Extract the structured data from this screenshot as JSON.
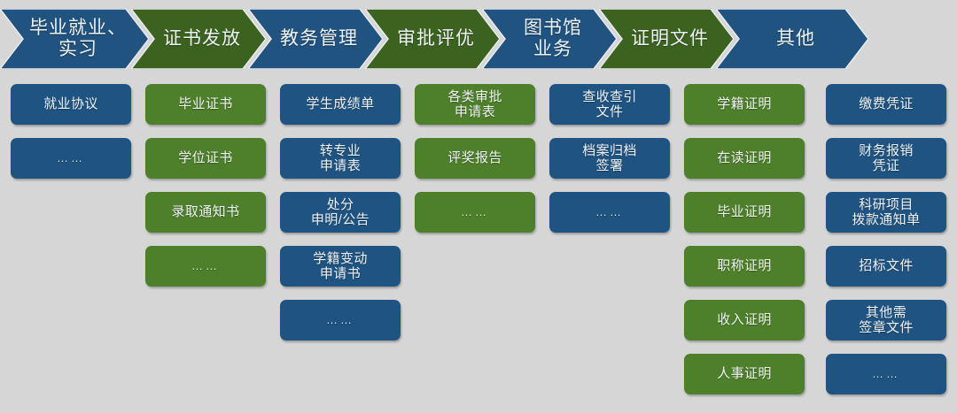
{
  "diagram": {
    "title_note": "高校文件用章业务分类流程图",
    "background_color": "#d6d6d6",
    "blue": "#1f5382",
    "green": "#4e7f2a",
    "header_blue": "#20537f",
    "header_green": "#3c6220",
    "ellipsis": "……"
  },
  "banner": {
    "stages": [
      {
        "label": "毕业就业、\n实习",
        "color": "blue"
      },
      {
        "label": "证书发放",
        "color": "green"
      },
      {
        "label": "教务管理",
        "color": "blue"
      },
      {
        "label": "审批评优",
        "color": "green"
      },
      {
        "label": "图书馆\n业务",
        "color": "blue"
      },
      {
        "label": "证明文件",
        "color": "green"
      },
      {
        "label": "其他",
        "color": "blue"
      }
    ]
  },
  "columns": [
    {
      "stage": "毕业就业、实习",
      "items": [
        {
          "label": "就业协议",
          "color": "blue"
        },
        {
          "label": "……",
          "color": "blue",
          "ellipsis": true
        }
      ]
    },
    {
      "stage": "证书发放",
      "items": [
        {
          "label": "毕业证书",
          "color": "green"
        },
        {
          "label": "学位证书",
          "color": "green"
        },
        {
          "label": "录取通知书",
          "color": "green"
        },
        {
          "label": "……",
          "color": "green",
          "ellipsis": true
        }
      ]
    },
    {
      "stage": "教务管理",
      "items": [
        {
          "label": "学生成绩单",
          "color": "blue"
        },
        {
          "label": "转专业\n申请表",
          "color": "blue"
        },
        {
          "label": "处分\n申明/公告",
          "color": "blue"
        },
        {
          "label": "学籍变动\n申请书",
          "color": "blue"
        },
        {
          "label": "……",
          "color": "blue",
          "ellipsis": true
        }
      ]
    },
    {
      "stage": "审批评优",
      "items": [
        {
          "label": "各类审批\n申请表",
          "color": "green"
        },
        {
          "label": "评奖报告",
          "color": "green"
        },
        {
          "label": "……",
          "color": "green",
          "ellipsis": true
        }
      ]
    },
    {
      "stage": "图书馆业务",
      "items": [
        {
          "label": "查收查引\n文件",
          "color": "blue"
        },
        {
          "label": "档案归档\n签署",
          "color": "blue"
        },
        {
          "label": "……",
          "color": "blue",
          "ellipsis": true
        }
      ]
    },
    {
      "stage": "证明文件",
      "items": [
        {
          "label": "学籍证明",
          "color": "green"
        },
        {
          "label": "在读证明",
          "color": "green"
        },
        {
          "label": "毕业证明",
          "color": "green"
        },
        {
          "label": "职称证明",
          "color": "green"
        },
        {
          "label": "收入证明",
          "color": "green"
        },
        {
          "label": "人事证明",
          "color": "green"
        }
      ]
    },
    {
      "stage": "其他",
      "items": [
        {
          "label": "缴费凭证",
          "color": "blue"
        },
        {
          "label": "财务报销\n凭证",
          "color": "blue"
        },
        {
          "label": "科研项目\n拨款通知单",
          "color": "blue"
        },
        {
          "label": "招标文件",
          "color": "blue"
        },
        {
          "label": "其他需\n签章文件",
          "color": "blue"
        },
        {
          "label": "……",
          "color": "blue",
          "ellipsis": true
        }
      ]
    }
  ]
}
